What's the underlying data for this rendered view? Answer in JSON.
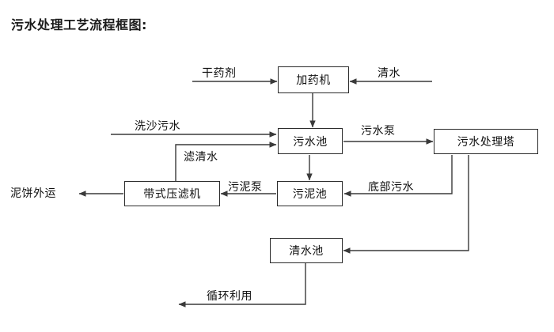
{
  "diagram": {
    "title": "污水处理工艺流程框图:",
    "stroke_color": "#3a3a3a",
    "box_border_color": "#2b2b2b",
    "text_color": "#111111",
    "background": "#ffffff",
    "nodes": [
      {
        "id": "dosing-machine",
        "label": "加药机"
      },
      {
        "id": "sewage-pool",
        "label": "污水池"
      },
      {
        "id": "sewage-treatment-tower",
        "label": "污水处理塔"
      },
      {
        "id": "belt-filter-press",
        "label": "带式压滤机"
      },
      {
        "id": "sludge-pool",
        "label": "污泥池"
      },
      {
        "id": "clean-water-pool",
        "label": "清水池"
      }
    ],
    "edge_labels": [
      {
        "id": "dry-chemical",
        "label": "干药剂"
      },
      {
        "id": "clean-water-input",
        "label": "清水"
      },
      {
        "id": "sand-washing-sewage",
        "label": "洗沙污水"
      },
      {
        "id": "filtered-clear-water",
        "label": "滤清水"
      },
      {
        "id": "sewage-pump",
        "label": "污水泵"
      },
      {
        "id": "sludge-pump",
        "label": "污泥泵"
      },
      {
        "id": "bottom-sewage",
        "label": "底部污水"
      },
      {
        "id": "mud-cake-transport",
        "label": "泥饼外运"
      },
      {
        "id": "recycling-reuse",
        "label": "循环利用"
      }
    ]
  }
}
